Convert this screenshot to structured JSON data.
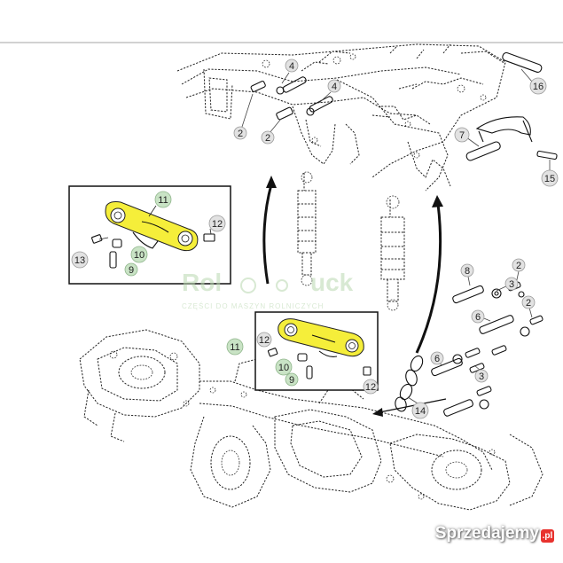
{
  "colors": {
    "highlight": "#f5ee3a",
    "callout_circle": "#c9e3c5",
    "callout_stroke": "#8fb58b",
    "line": "#222222",
    "arrow": "#111111",
    "watermark": "#b9d8b0",
    "brand_dot": "#e8322e"
  },
  "callouts": [
    {
      "id": "c16",
      "label": "16",
      "fill": "grey"
    },
    {
      "id": "c4a",
      "label": "4",
      "fill": "grey"
    },
    {
      "id": "c4b",
      "label": "4",
      "fill": "grey"
    },
    {
      "id": "c2a",
      "label": "2",
      "fill": "grey"
    },
    {
      "id": "c2b",
      "label": "2",
      "fill": "grey"
    },
    {
      "id": "c7",
      "label": "7",
      "fill": "grey"
    },
    {
      "id": "c15",
      "label": "15",
      "fill": "grey"
    },
    {
      "id": "c8",
      "label": "8",
      "fill": "grey"
    },
    {
      "id": "c3a",
      "label": "3",
      "fill": "grey"
    },
    {
      "id": "c2c",
      "label": "2",
      "fill": "grey"
    },
    {
      "id": "c6a",
      "label": "6",
      "fill": "grey"
    },
    {
      "id": "c2d",
      "label": "2",
      "fill": "grey"
    },
    {
      "id": "c6b",
      "label": "6",
      "fill": "grey"
    },
    {
      "id": "c3b",
      "label": "3",
      "fill": "grey"
    },
    {
      "id": "c14",
      "label": "14",
      "fill": "grey"
    },
    {
      "id": "d11",
      "label": "11",
      "fill": "green"
    },
    {
      "id": "d12",
      "label": "12",
      "fill": "grey"
    },
    {
      "id": "d13",
      "label": "13",
      "fill": "grey"
    },
    {
      "id": "d10",
      "label": "10",
      "fill": "green"
    },
    {
      "id": "d9",
      "label": "9",
      "fill": "green"
    },
    {
      "id": "e11",
      "label": "11",
      "fill": "green"
    },
    {
      "id": "e12a",
      "label": "12",
      "fill": "grey"
    },
    {
      "id": "e10",
      "label": "10",
      "fill": "green"
    },
    {
      "id": "e9",
      "label": "9",
      "fill": "green"
    },
    {
      "id": "e12b",
      "label": "12",
      "fill": "grey"
    }
  ],
  "watermark": {
    "brand": "Rol",
    "brand_tail": "uck",
    "tagline": "CZĘŚCI DO MASZYN ROLNICZYCH"
  },
  "site_badge": {
    "name": "Sprzedajemy",
    "tld": ".pl"
  }
}
